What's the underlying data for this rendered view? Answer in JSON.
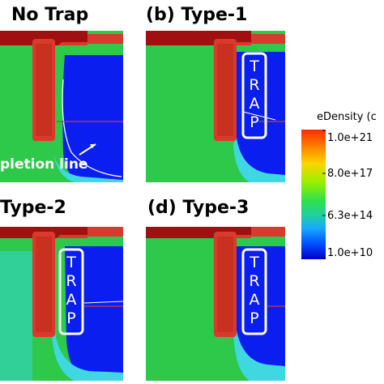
{
  "panels": {
    "a": {
      "title": "No Trap"
    },
    "b": {
      "title": "(b) Type-1",
      "trap_label": [
        "T",
        "R",
        "A",
        "P"
      ]
    },
    "c": {
      "title": "Type-2",
      "trap_label": [
        "T",
        "R",
        "A",
        "P"
      ]
    },
    "d": {
      "title": "(d) Type-3",
      "trap_label": [
        "T",
        "R",
        "A",
        "P"
      ]
    }
  },
  "annotation": {
    "depletion": "pletion line"
  },
  "legend": {
    "title": "eDensity (c",
    "ticks": [
      "1.0e+21",
      "8.0e+17",
      "6.3e+14",
      "1.0e+10"
    ],
    "gradient_colors": [
      "#ff2a00",
      "#ff7a00",
      "#ffd400",
      "#9cf000",
      "#2ee04a",
      "#20d0a0",
      "#1aa8ff",
      "#0050ff",
      "#0000c8"
    ]
  },
  "colors": {
    "electrode": "#d93a2e",
    "electrode_cap": "#a01010",
    "green_region": "#2ec84a",
    "blue_region": "#0a1ef0",
    "cyan_edge": "#40d8e0",
    "trap_box": "#ffffff"
  }
}
